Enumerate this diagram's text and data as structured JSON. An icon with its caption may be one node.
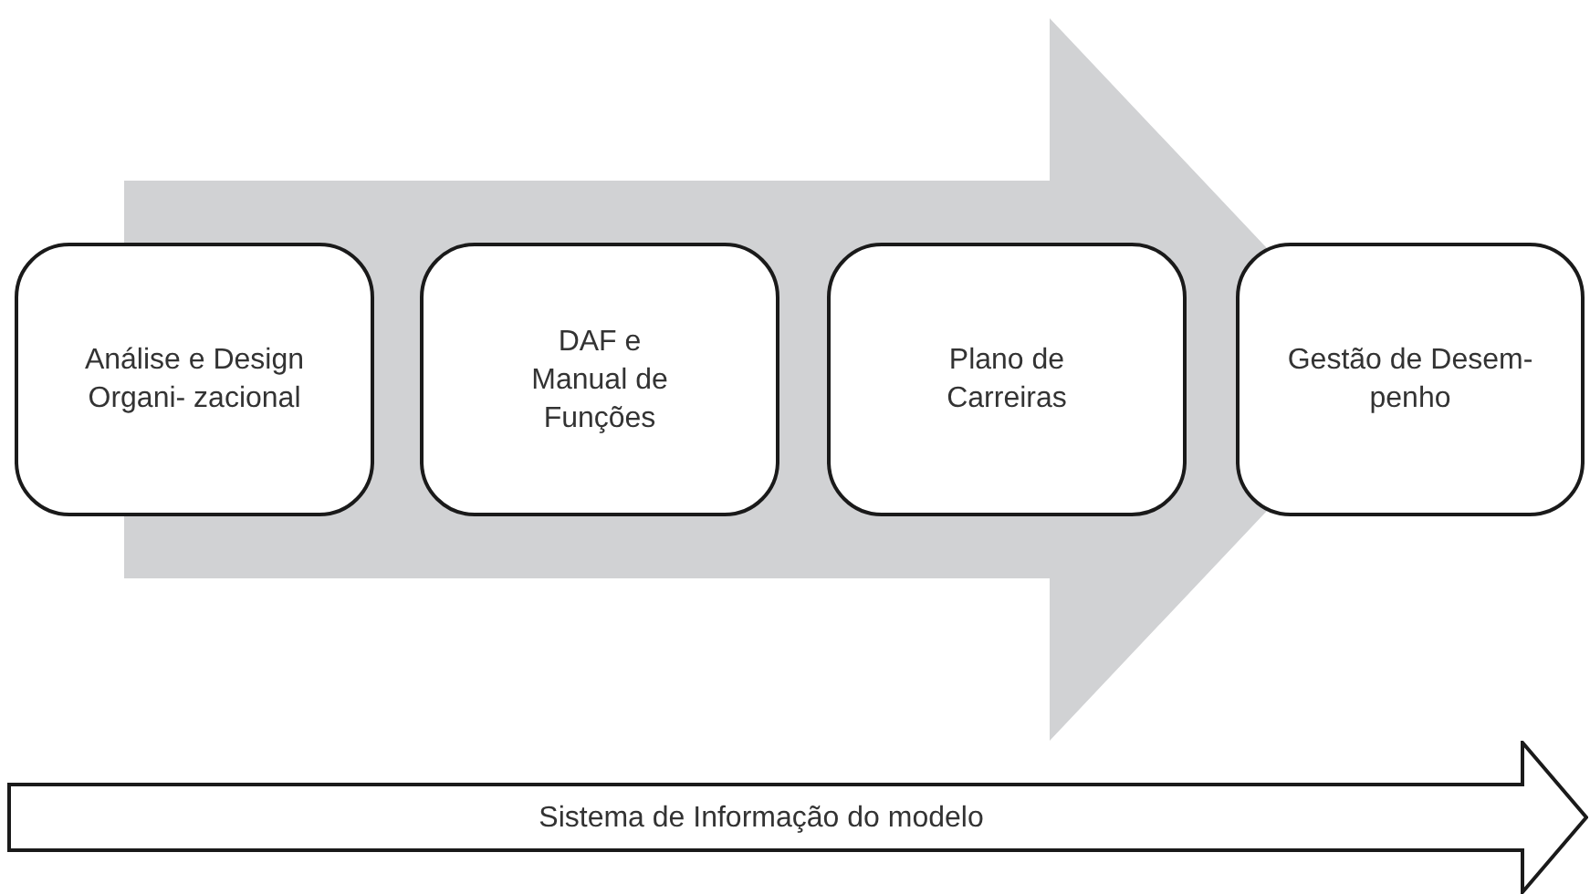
{
  "diagram": {
    "nodes": [
      {
        "text": [
          "Análise e Design Organi- zacional"
        ]
      },
      {
        "text": [
          "DAF e Manual de Funções"
        ]
      },
      {
        "text": [
          "Plano de Carreiras"
        ]
      },
      {
        "text": [
          "Gestão de Desem- penho"
        ]
      },
      {
        "text": [
          "Sistema de Informação do modelo"
        ]
      }
    ],
    "edges": [
      {
        "from": 0,
        "to": 3,
        "arrow": "to",
        "style": "thick",
        "color": "#d1d2d4"
      }
    ]
  }
}
